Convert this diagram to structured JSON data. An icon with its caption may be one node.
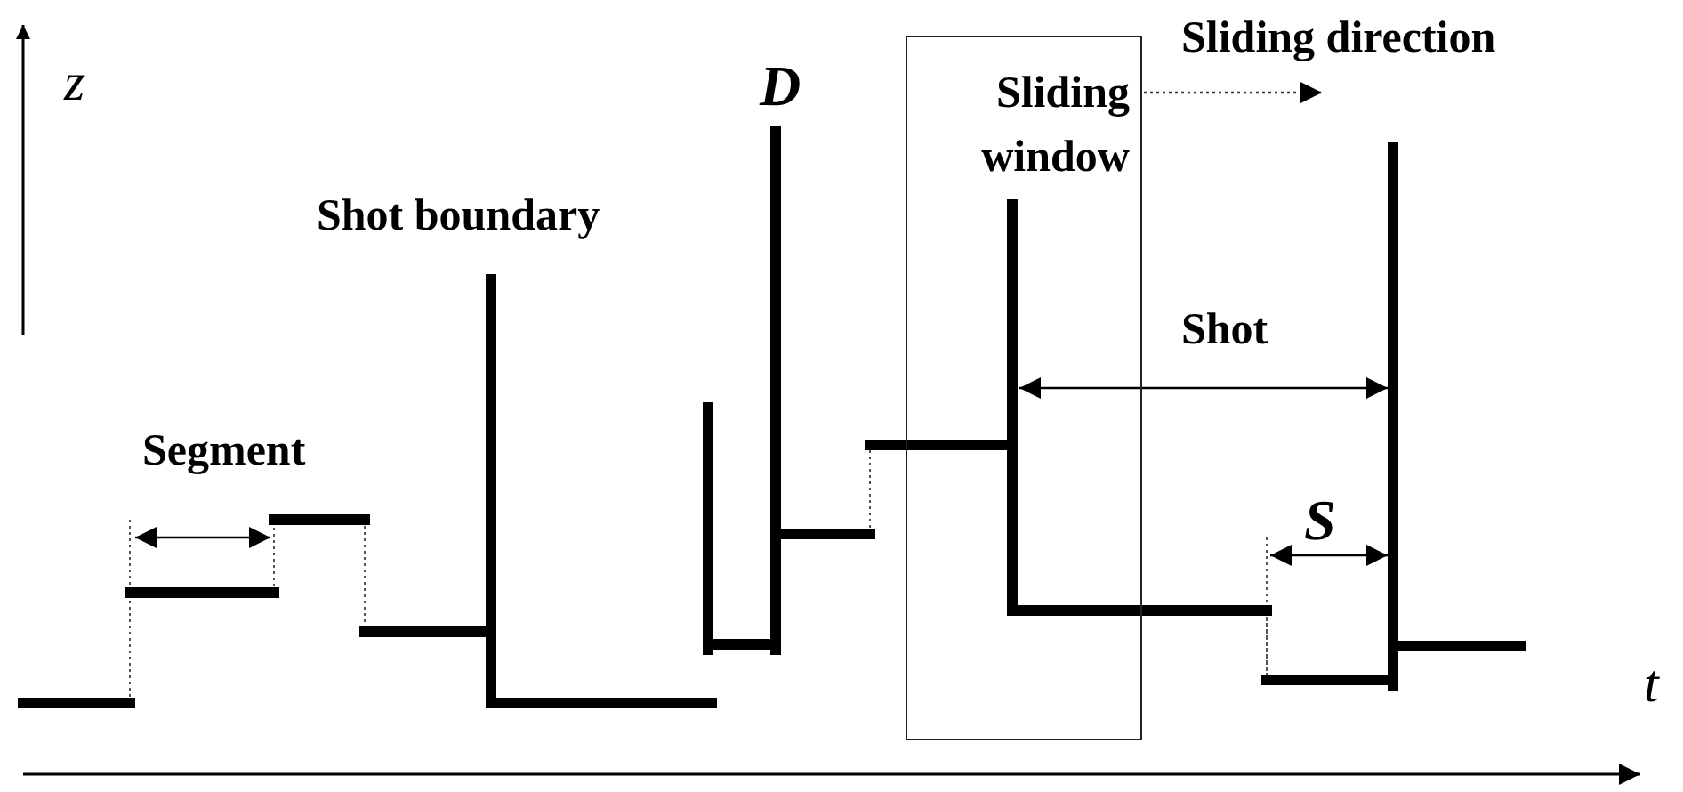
{
  "diagram": {
    "nodes": [
      {
        "text": [
          "Sliding window"
        ]
      }
    ],
    "edges": [],
    "labels": [
      "z",
      "D",
      "Sliding direction",
      "Shot boundary",
      "Shot",
      "Segment",
      "S",
      "t"
    ]
  }
}
